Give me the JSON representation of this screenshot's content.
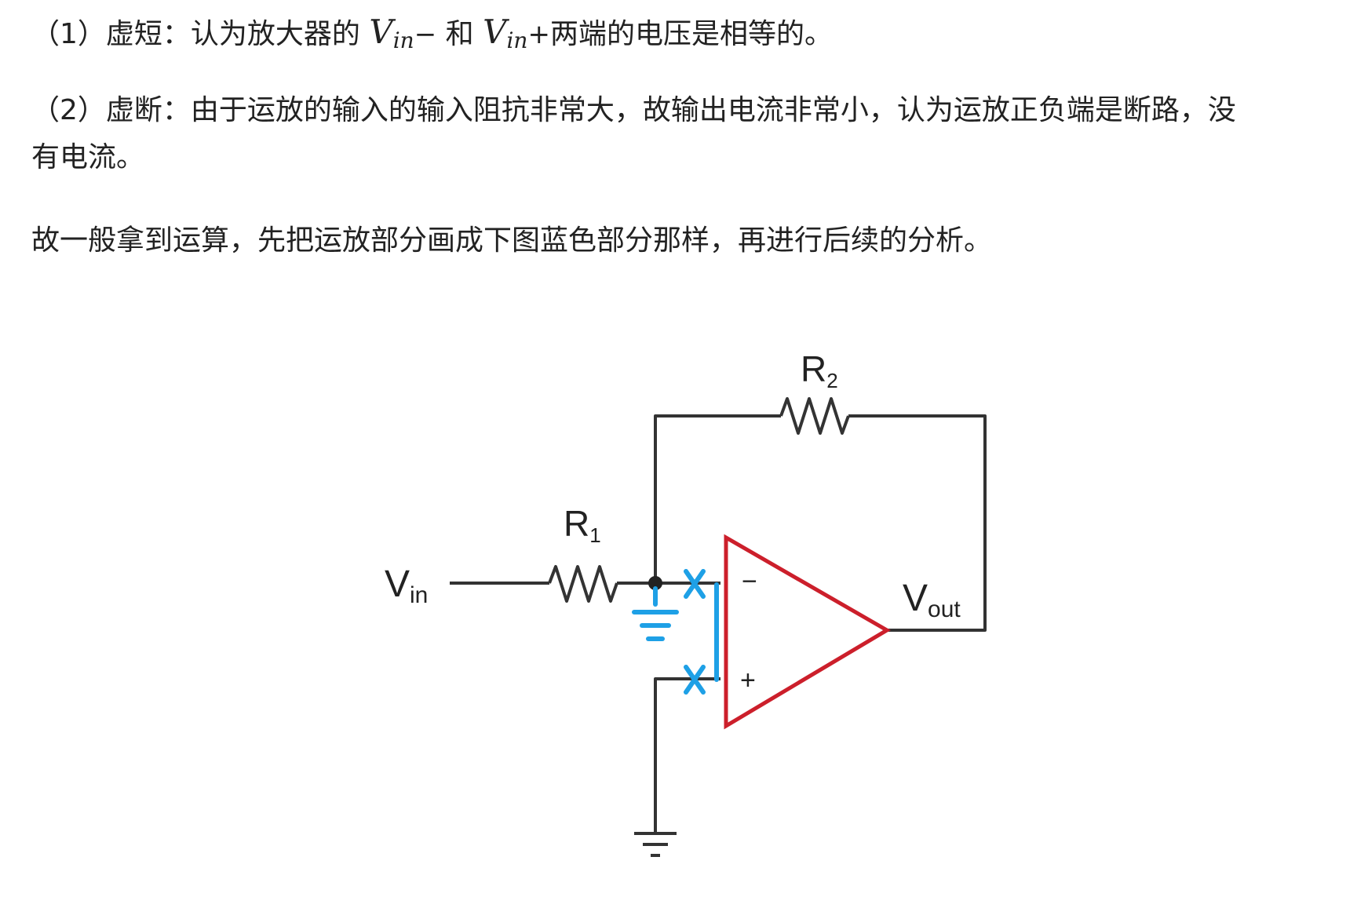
{
  "doc": {
    "p1": {
      "lead": "（1）虚短：认为放大器的",
      "v1_base": "V",
      "v1_sub": "in",
      "v1_op": "−",
      "mid": "和",
      "v2_base": "V",
      "v2_sub": "in",
      "v2_op": "+",
      "tail": "两端的电压是相等的。"
    },
    "p2": {
      "line1": "（2）虚断：由于运放的输入的输入阻抗非常大，故输出电流非常小，认为运放正负端是断路，没",
      "line2": "有电流。"
    },
    "p3": "故一般拿到运算，先把运放部分画成下图蓝色部分那样，再进行后续的分析。"
  },
  "circuit": {
    "labels": {
      "vin_base": "V",
      "vin_sub": "in",
      "r1_base": "R",
      "r1_sub": "1",
      "r2_base": "R",
      "r2_sub": "2",
      "vout_base": "V",
      "vout_sub": "out",
      "minus_terminal": "−",
      "plus_terminal": "+"
    },
    "colors": {
      "wire": "#333333",
      "opamp": "#cc1f2b",
      "virtual": "#1ea0e6"
    }
  }
}
